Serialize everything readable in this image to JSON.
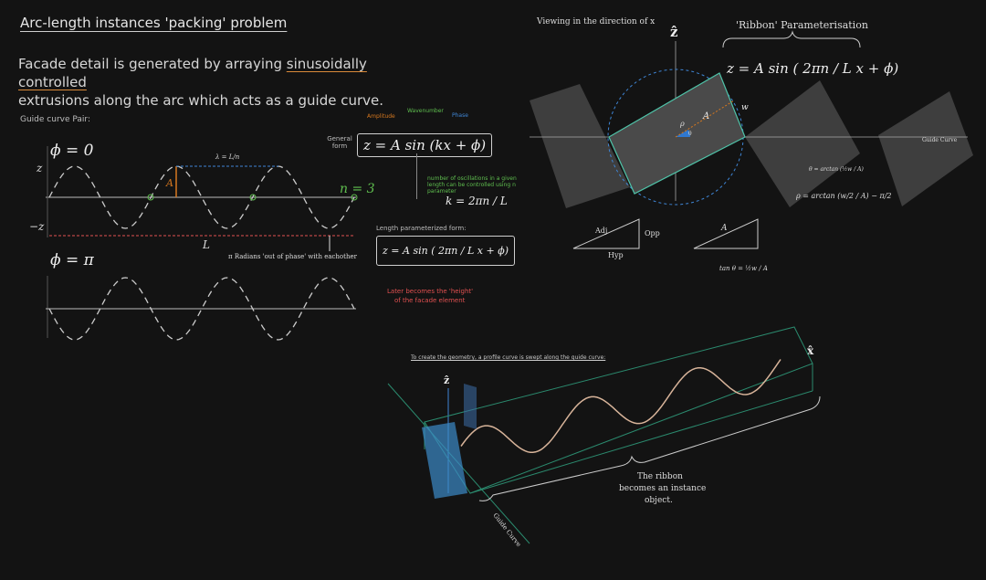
{
  "title": "Arc-length instances 'packing' problem",
  "intro": {
    "line1_pre": "Facade detail is generated by arraying ",
    "line1_u": "sinusoidally controlled",
    "line2": "extrusions along the arc which acts as a guide curve."
  },
  "left": {
    "guide_label": "Guide curve Pair:",
    "phi0": "ϕ = 0",
    "phipi": "ϕ = π",
    "z": "z",
    "minus_z": "−z",
    "L": "L",
    "A": "A",
    "n3": "n = 3",
    "lambda": "λ = L/n",
    "out_of_phase": "π Radians 'out of phase' with eachother"
  },
  "formula": {
    "amplitude": "Amplitude",
    "wavenumber": "Wavenumber",
    "phase": "Phase",
    "general_form": "General form",
    "general_eq": "z = A sin (kx + ϕ)",
    "oscillation_note": "number of oscillations in a given length can be controlled using n parameter",
    "k_eq": "k = 2πn / L",
    "length_form": "Length parameterized form:",
    "length_eq": "z = A sin ( 2πn / L x + ϕ)",
    "later_note_1": "Later becomes the 'height'",
    "later_note_2": "of the facade element"
  },
  "right": {
    "viewing": "Viewing in the direction of x",
    "z_hat": "ẑ",
    "ribbon_title": "'Ribbon' Parameterisation",
    "ribbon_eq": "z = A sin ( 2πn / L x + ϕ)",
    "guide_curve": "Guide Curve",
    "w": "w",
    "A": "A",
    "rho": "ρ",
    "theta": "θ",
    "theta_eq": "θ = arctan (½w / A)",
    "rho_eq": "ρ = arctan (w/2 / A) − π/2",
    "adj": "Adj",
    "opp": "Opp",
    "hyp": "Hyp",
    "tan_eq": "tan θ = ½w / A"
  },
  "bottom": {
    "caption": "To create the geometry, a profile curve is swept along the guide curve:",
    "x_hat": "x̂",
    "z_hat": "ẑ",
    "ribbon_note_1": "The ribbon",
    "ribbon_note_2": "becomes an instance",
    "ribbon_note_3": "object.",
    "guide_curve": "Guide Curve"
  }
}
